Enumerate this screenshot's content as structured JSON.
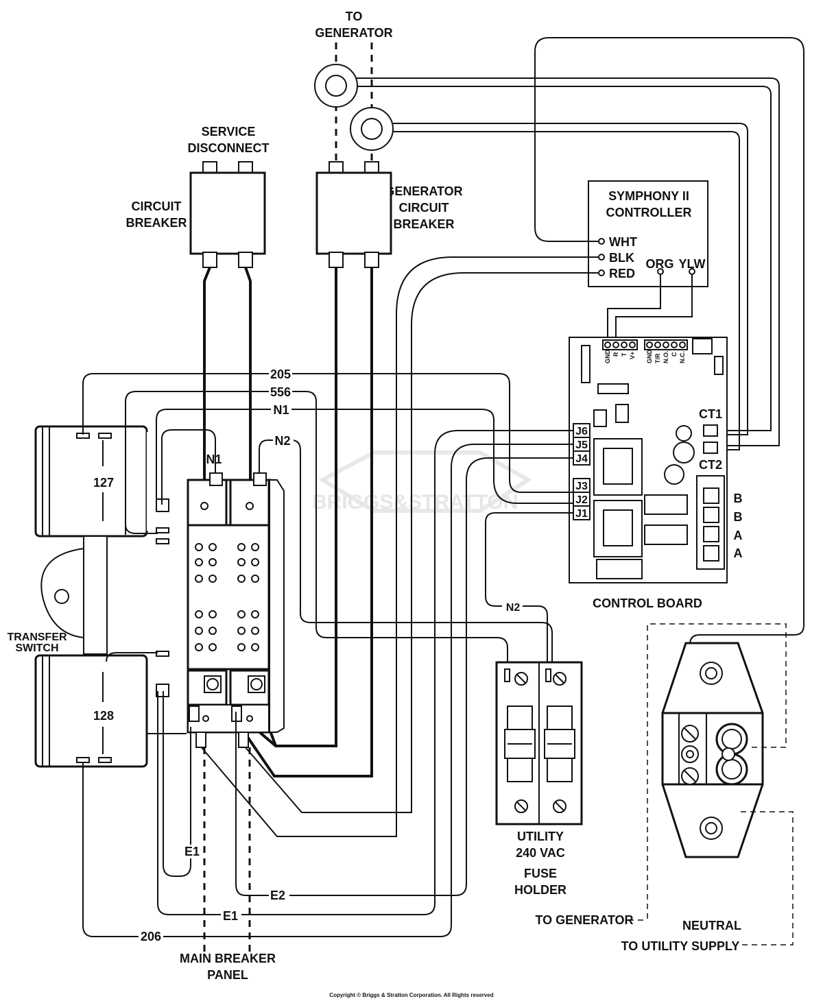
{
  "labels": {
    "to_generator_top": [
      "TO",
      "GENERATOR"
    ],
    "service_disconnect": [
      "SERVICE",
      "DISCONNECT"
    ],
    "circuit_breaker": [
      "CIRCUIT",
      "BREAKER"
    ],
    "generator_circuit_breaker": [
      "GENERATOR",
      "CIRCUIT",
      "BREAKER"
    ],
    "controller_title": [
      "SYMPHONY II",
      "CONTROLLER"
    ],
    "controller_terminals": [
      "WHT",
      "BLK",
      "RED",
      "ORG",
      "YLW"
    ],
    "board_pins_left": [
      "GND",
      "R",
      "T",
      "V+"
    ],
    "board_pins_right": [
      "GND",
      "T/R",
      "N.O.",
      "C",
      "N.C."
    ],
    "connectors": [
      "J6",
      "J5",
      "J4",
      "J3",
      "J2",
      "J1"
    ],
    "ct1": "CT1",
    "ct2": "CT2",
    "terminal_letters": [
      "B",
      "B",
      "A",
      "A"
    ],
    "control_board": "CONTROL BOARD",
    "wires": {
      "w205": "205",
      "w556": "556",
      "n1": "N1",
      "n2": "N2",
      "n1_breaker": "N1",
      "n2_fuse": "N2",
      "e1_left": "E1",
      "e2": "E2",
      "e1_bottom": "E1",
      "w206": "206"
    },
    "coil_127": "127",
    "coil_128": "128",
    "transfer_switch": [
      "TRANSFER",
      "SWITCH"
    ],
    "fuse_holder": [
      "UTILITY",
      "240 VAC",
      "FUSE",
      "HOLDER"
    ],
    "to_generator_bottom": "TO GENERATOR",
    "neutral": "NEUTRAL",
    "to_utility_supply": "TO UTILITY SUPPLY",
    "main_breaker_panel": [
      "MAIN BREAKER",
      "PANEL"
    ],
    "copyright": "Copyright © Briggs & Stratton Corporation. All Rights reserved",
    "watermark": "BRIGGS&STRATTON"
  }
}
